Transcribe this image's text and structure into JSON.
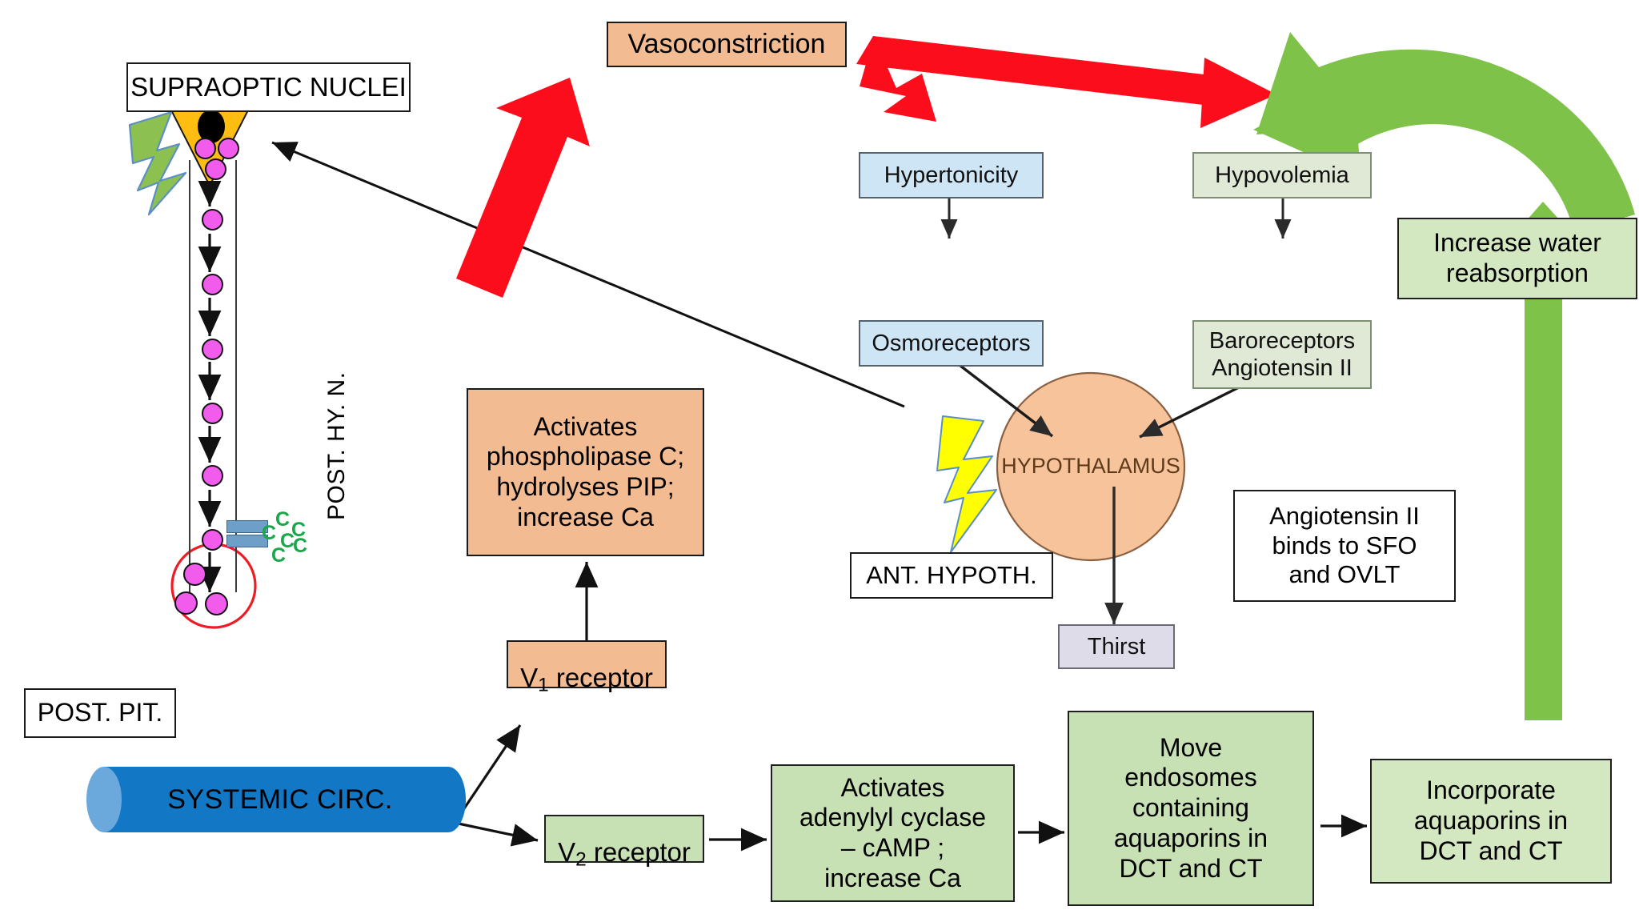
{
  "diagram": {
    "title": "ADH (vasopressin) secretion and action pathway",
    "labels": {
      "supraoptic_nuclei": "SUPRAOPTIC NUCLEI",
      "post_hy_n": "POST. HY. N.",
      "post_pit": "POST. PIT.",
      "systemic_circ": "SYSTEMIC CIRC.",
      "ant_hypoth": "ANT. HYPOTH.",
      "hypothalamus": "HYPOTHALAMUS"
    },
    "boxes": {
      "vasoconstriction": "Vasoconstriction",
      "activates_plc": "Activates\nphospholipase C;\nhydrolyses PIP;\nincrease Ca",
      "v1_receptor_prefix": "V",
      "v1_receptor_sub": "1",
      "v1_receptor_suffix": " receptor",
      "v2_receptor_prefix": "V",
      "v2_receptor_sub": "2",
      "v2_receptor_suffix": " receptor",
      "activates_ac": "Activates\nadenylyl cyclase\n– cAMP ;\nincrease Ca",
      "move_endosomes": "Move\nendosomes\ncontaining\naquaporins in\nDCT and CT",
      "incorporate_aquaporins": "Incorporate\naquaporins in\nDCT and CT",
      "increase_water_reabsorption": "Increase water\nreabsorption",
      "hypertonicity": "Hypertonicity",
      "osmoreceptors": "Osmoreceptors",
      "hypovolemia": "Hypovolemia",
      "baroreceptors": "Baroreceptors\nAngiotensin II",
      "thirst": "Thirst",
      "angiotensin_sfo": "Angiotensin II\nbinds to SFO\nand OVLT"
    },
    "capillary_letters": [
      "C",
      "C",
      "C",
      "C",
      "C",
      "C"
    ],
    "colors": {
      "orange_fill": "#f2bb91",
      "green_fill": "#c7e0b4",
      "blue_fill": "#cde5f4",
      "pale_green_fill": "#e0e8d6",
      "grey_fill": "#dedce8",
      "hypothalamus_fill": "#f7c39b",
      "red_arrow": "#fc0d1b",
      "green_arrow": "#7ec24a",
      "green_bolt": "#8cc152",
      "yellow_bolt": "#ffff00",
      "vesicle": "#f25ced",
      "soma": "#ffbc11",
      "vessel_blue": "#1277c4",
      "terminal_outline": "#ee1c25",
      "capillary_c": "#1aa64b"
    }
  }
}
